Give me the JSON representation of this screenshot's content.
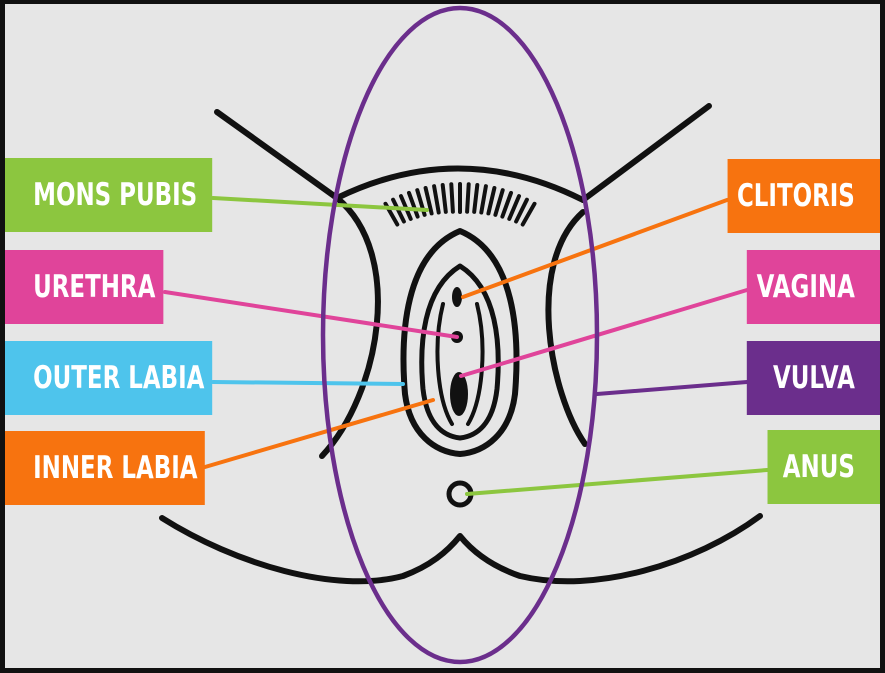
{
  "colors": {
    "background": "#e6e6e6",
    "outline": "#111111",
    "green": "#8cc63f",
    "pink": "#e0449a",
    "blue": "#4ec4ec",
    "orange": "#f7730f",
    "purple": "#6b2e8c"
  },
  "labels": {
    "mons_pubis": "MONS PUBIS",
    "urethra": "URETHRA",
    "outer_labia": "OUTER LABIA",
    "inner_labia": "INNER LABIA",
    "clitoris": "CLITORIS",
    "vagina": "VAGINA",
    "vulva": "VULVA",
    "anus": "ANUS"
  }
}
